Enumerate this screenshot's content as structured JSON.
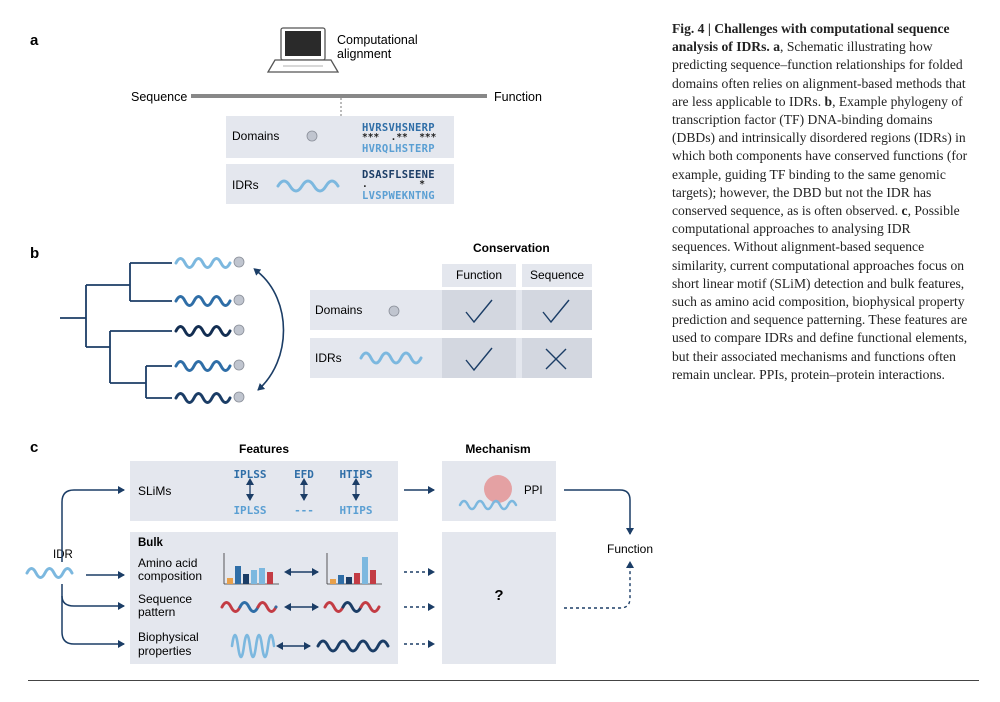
{
  "panel_a": {
    "label": "a",
    "laptop_caption_line1": "Computational",
    "laptop_caption_line2": "alignment",
    "sequence_label": "Sequence",
    "function_label": "Function",
    "domains_label": "Domains",
    "domains_seq1": "HVRSVHSNERP",
    "domains_stars": "***  .**  ***",
    "domains_seq2": "HVRQLHSTERP",
    "idrs_label": "IDRs",
    "idrs_seq1": "DSASFLSEENE",
    "idrs_stars": ".         *",
    "idrs_seq2": "LVSPWEKNTNG"
  },
  "panel_b": {
    "label": "b",
    "conservation_title": "Conservation",
    "col_function": "Function",
    "col_sequence": "Sequence",
    "row_domains": "Domains",
    "row_idrs": "IDRs",
    "cells": [
      [
        "check",
        "check"
      ],
      [
        "check",
        "cross"
      ]
    ]
  },
  "panel_c": {
    "label": "c",
    "features_title": "Features",
    "mechanism_title": "Mechanism",
    "idr_label": "IDR",
    "slims_label": "SLiMs",
    "slims_top": [
      "IPLSS",
      "EFD",
      "HTIPS"
    ],
    "slims_bottom": [
      "IPLSS",
      "---",
      "HTIPS"
    ],
    "ppi_label": "PPI",
    "bulk_label": "Bulk",
    "aa_label_line1": "Amino acid",
    "aa_label_line2": "composition",
    "seq_pattern_line1": "Sequence",
    "seq_pattern_line2": "pattern",
    "biophys_line1": "Biophysical",
    "biophys_line2": "properties",
    "question_mark": "?",
    "function_label": "Function"
  },
  "caption": {
    "fig_label": "Fig. 4 | Challenges with computational sequence analysis of IDRs.",
    "a_letter": "a",
    "a_text": ", Schematic illustrating how predicting sequence–function relationships for folded domains often relies on alignment-based methods that are less applicable to IDRs. ",
    "b_letter": "b",
    "b_text": ", Example phylogeny of transcription factor (TF) DNA-binding domains (DBDs) and intrinsically disordered regions (IDRs) in which both components have conserved functions (for example, guiding TF binding to the same genomic targets); however, the DBD but not the IDR has conserved sequence, as is often observed. ",
    "c_letter": "c",
    "c_text": ", Possible computational approaches to analysing IDR sequences. Without alignment-based sequence similarity, current computational approaches focus on short linear motif (SLiM) detection and bulk features, such as amino acid composition, biophysical property prediction and sequence patterning. These features are used to compare IDRs and define functional elements, but their associated mechanisms and functions often remain unclear. PPIs, protein–protein interactions."
  },
  "colors": {
    "panel_bg": "#e4e7ee",
    "dark_navy": "#1b3d66",
    "mid_blue": "#2f6ea7",
    "light_blue": "#7cb8df",
    "ppi_pink": "#e4a1a3",
    "bar_red": "#c33c44",
    "bar_orange": "#e8a04a"
  }
}
